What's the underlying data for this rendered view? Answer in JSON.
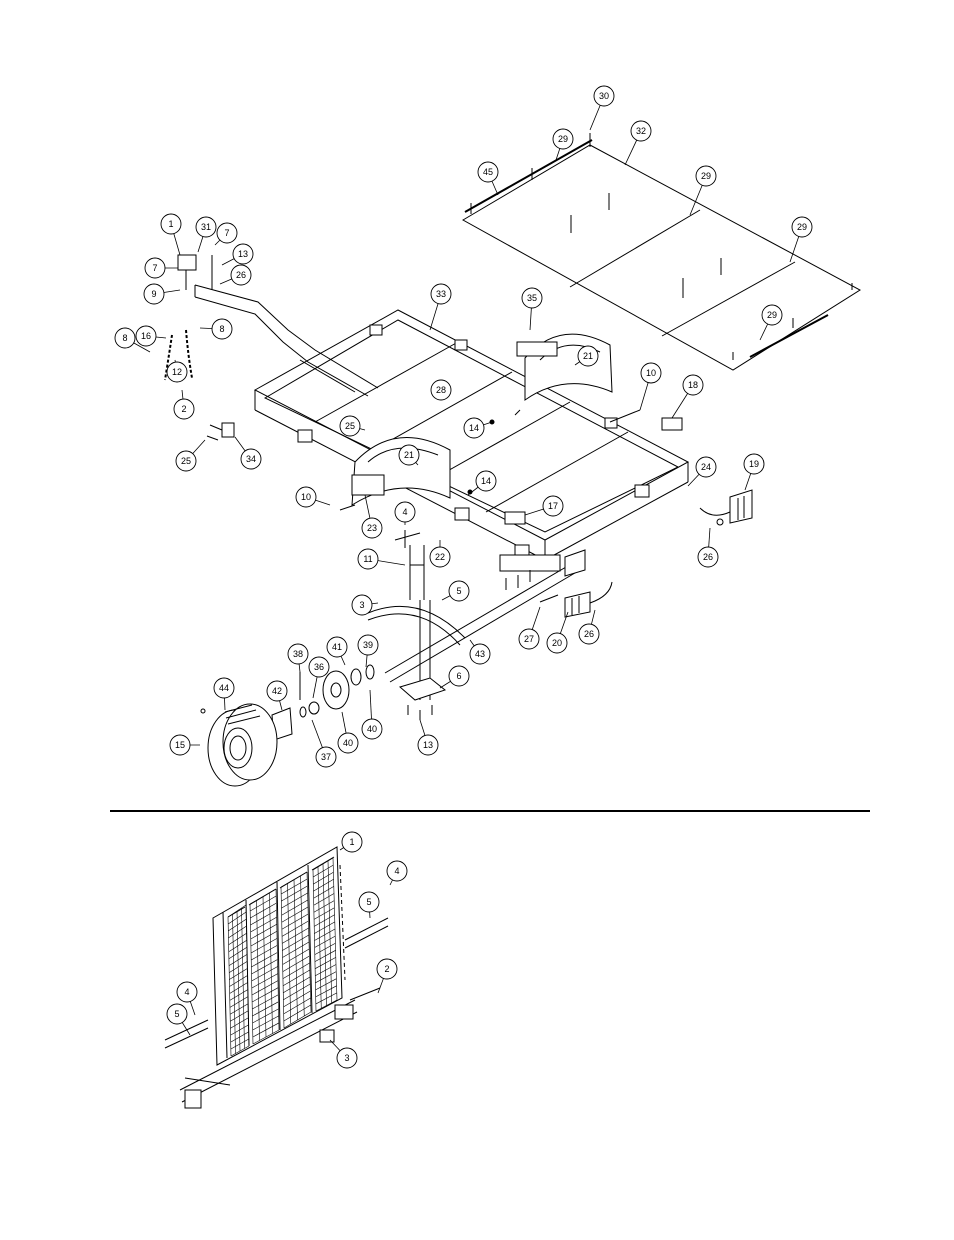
{
  "diagram": {
    "upper_callouts": [
      "30",
      "29",
      "32",
      "45",
      "29",
      "29",
      "29",
      "1",
      "31",
      "7",
      "13",
      "7",
      "26",
      "9",
      "33",
      "35",
      "21",
      "8",
      "16",
      "8",
      "12",
      "2",
      "10",
      "18",
      "28",
      "25",
      "14",
      "21",
      "24",
      "19",
      "25",
      "34",
      "10",
      "14",
      "17",
      "26",
      "23",
      "22",
      "4",
      "11",
      "3",
      "5",
      "43",
      "27",
      "20",
      "26",
      "41",
      "39",
      "38",
      "36",
      "42",
      "6",
      "44",
      "40",
      "40",
      "37",
      "15",
      "13"
    ],
    "lower_callouts": [
      "1",
      "4",
      "5",
      "2",
      "4",
      "5",
      "3"
    ]
  }
}
